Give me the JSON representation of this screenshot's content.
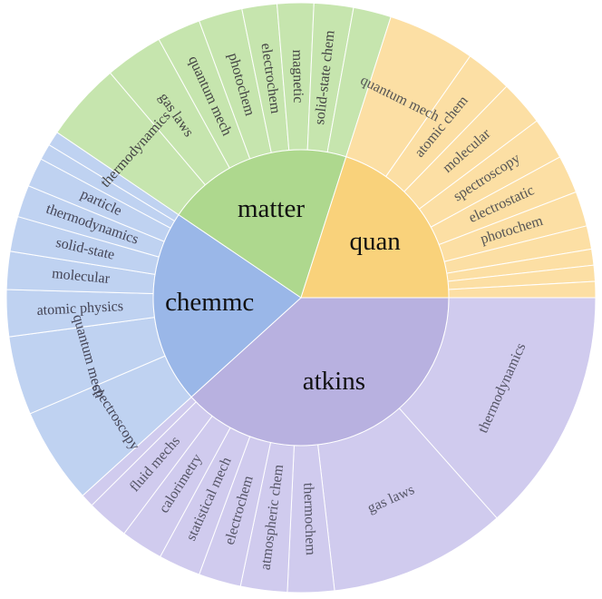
{
  "chart_data": {
    "type": "sunburst",
    "title": "",
    "colors": {
      "atkins": {
        "inner": "#b8b1e0",
        "outer": "#d0cbee",
        "text": "#555566"
      },
      "quan": {
        "inner": "#f9d27b",
        "outer": "#fcdfa4",
        "text": "#555555"
      },
      "matter": {
        "inner": "#aed88e",
        "outer": "#c6e5ae",
        "text": "#444444"
      },
      "chemmc": {
        "inner": "#9ab7e8",
        "outer": "#bfd2f1",
        "text": "#444455"
      },
      "separator": "#ffffff"
    },
    "groups": [
      {
        "name": "atkins",
        "children": [
          {
            "name": "thermodynamics",
            "value": 8.4,
            "labeled": true
          },
          {
            "name": "gas laws",
            "value": 6.1,
            "labeled": true
          },
          {
            "name": "thermochem",
            "value": 1.6,
            "labeled": true
          },
          {
            "name": "atmospheric chem",
            "value": 1.6,
            "labeled": true
          },
          {
            "name": "electrochem",
            "value": 1.45,
            "labeled": true
          },
          {
            "name": "statistical mech",
            "value": 1.45,
            "labeled": true
          },
          {
            "name": "calorimetry",
            "value": 1.45,
            "labeled": true
          },
          {
            "name": "fluid mechs",
            "value": 1.45,
            "labeled": true
          },
          {
            "name": "",
            "value": 0.45,
            "labeled": false
          }
        ]
      },
      {
        "name": "chemmc",
        "children": [
          {
            "name": "spectroscopy",
            "value": 3.3,
            "labeled": true
          },
          {
            "name": "quantum mech",
            "value": 2.7,
            "labeled": true
          },
          {
            "name": "atomic physics",
            "value": 1.6,
            "labeled": true
          },
          {
            "name": "molecular",
            "value": 1.3,
            "labeled": true
          },
          {
            "name": "solid-state",
            "value": 1.2,
            "labeled": true
          },
          {
            "name": "thermodynamics",
            "value": 1.1,
            "labeled": true
          },
          {
            "name": "particle",
            "value": 1.0,
            "labeled": true
          },
          {
            "name": "",
            "value": 0.55,
            "labeled": false
          },
          {
            "name": "",
            "value": 0.5,
            "labeled": false
          }
        ]
      },
      {
        "name": "matter",
        "children": [
          {
            "name": "thermodynamics",
            "value": 2.7,
            "labeled": true
          },
          {
            "name": "gas laws",
            "value": 2.0,
            "labeled": true
          },
          {
            "name": "quantum mech",
            "value": 1.5,
            "labeled": true
          },
          {
            "name": "photochem",
            "value": 1.5,
            "labeled": true
          },
          {
            "name": "electrochem",
            "value": 1.2,
            "labeled": true
          },
          {
            "name": "magnetic",
            "value": 1.25,
            "labeled": true
          },
          {
            "name": "solid-state chem",
            "value": 1.35,
            "labeled": true
          },
          {
            "name": "",
            "value": 1.3,
            "labeled": false
          }
        ]
      },
      {
        "name": "quan",
        "children": [
          {
            "name": "quantum mech",
            "value": 3.0,
            "labeled": true
          },
          {
            "name": "atomic chem",
            "value": 1.6,
            "labeled": true
          },
          {
            "name": "molecular",
            "value": 1.55,
            "labeled": true
          },
          {
            "name": "spectroscopy",
            "value": 1.45,
            "labeled": true
          },
          {
            "name": "electrostatic",
            "value": 1.3,
            "labeled": true
          },
          {
            "name": "photochem",
            "value": 1.2,
            "labeled": true
          },
          {
            "name": "",
            "value": 0.8,
            "labeled": false
          },
          {
            "name": "",
            "value": 0.55,
            "labeled": false
          },
          {
            "name": "",
            "value": 0.55,
            "labeled": false
          },
          {
            "name": "",
            "value": 0.55,
            "labeled": false
          }
        ]
      }
    ]
  }
}
